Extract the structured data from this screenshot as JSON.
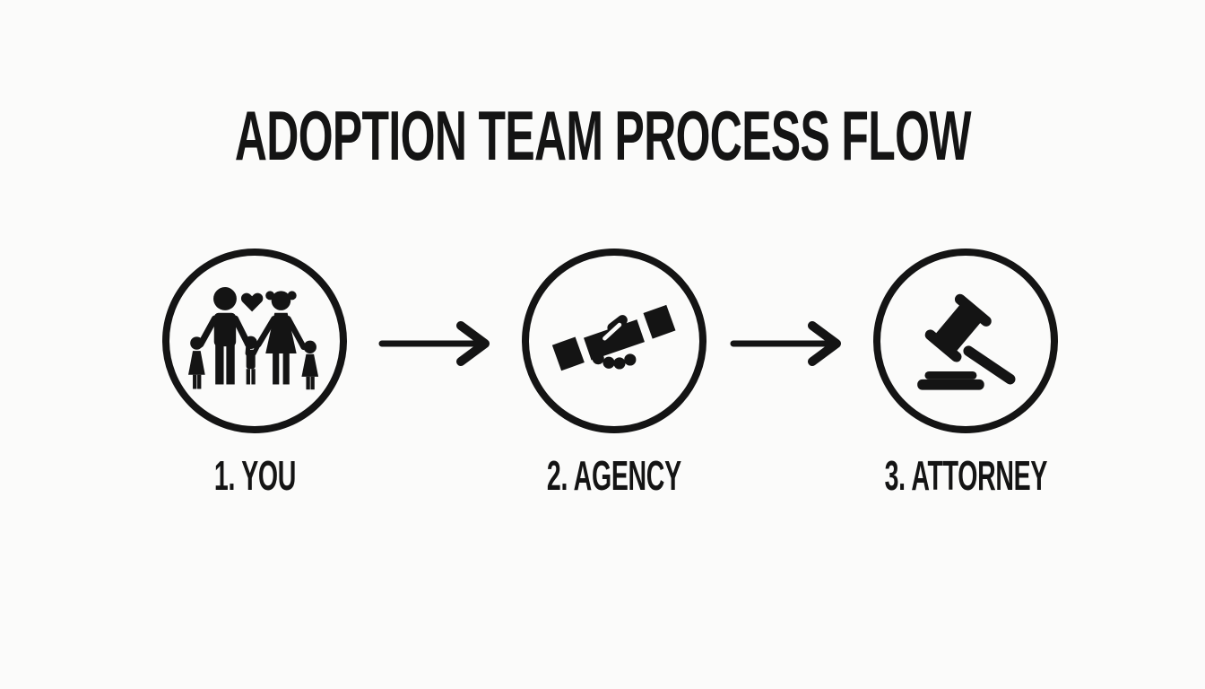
{
  "title": "ADOPTION TEAM PROCESS FLOW",
  "colors": {
    "background": "#fbfbfa",
    "ink": "#141414"
  },
  "steps": [
    {
      "number": "1",
      "label": "1. YOU",
      "icon": "family-icon"
    },
    {
      "number": "2",
      "label": "2. AGENCY",
      "icon": "handshake-icon"
    },
    {
      "number": "3",
      "label": "3. ATTORNEY",
      "icon": "gavel-icon"
    }
  ],
  "connectors": [
    {
      "icon": "arrow-right-icon",
      "direction": "right"
    },
    {
      "icon": "arrow-right-icon",
      "direction": "right"
    }
  ]
}
